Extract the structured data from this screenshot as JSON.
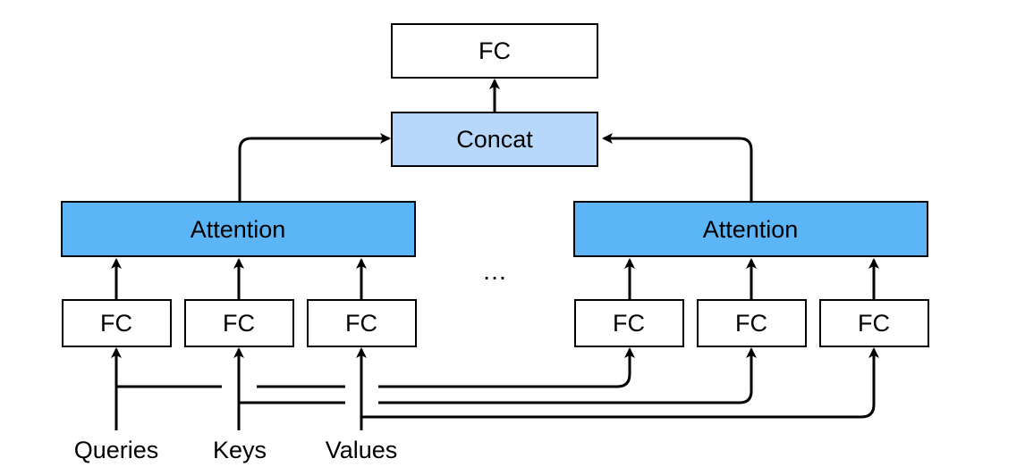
{
  "colors": {
    "background": "#ffffff",
    "concat_fill": "#b7d8fb",
    "attention_fill": "#5bb5f7",
    "fc_fill": "#ffffff",
    "stroke": "#000000"
  },
  "blocks": {
    "output_fc": "FC",
    "concat": "Concat",
    "attention_left": "Attention",
    "attention_right": "Attention",
    "fc_left_queries": "FC",
    "fc_left_keys": "FC",
    "fc_left_values": "FC",
    "fc_right_queries": "FC",
    "fc_right_keys": "FC",
    "fc_right_values": "FC"
  },
  "ellipsis": "…",
  "inputs": {
    "queries": "Queries",
    "keys": "Keys",
    "values": "Values"
  }
}
